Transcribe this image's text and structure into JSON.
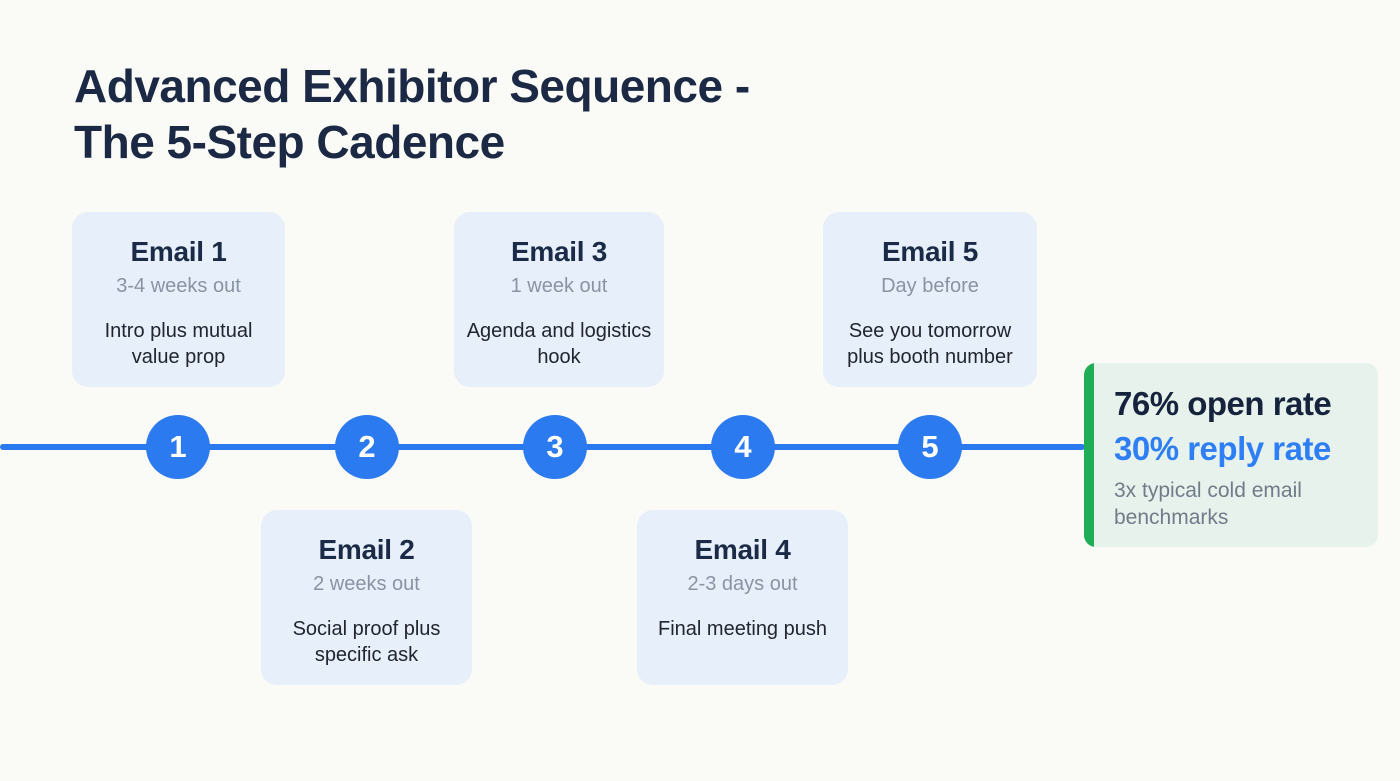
{
  "title": "Advanced Exhibitor Sequence -\nThe 5-Step Cadence",
  "steps": [
    {
      "number": "1",
      "title": "Email 1",
      "timing": "3-4 weeks out",
      "description": "Intro plus mutual value prop"
    },
    {
      "number": "2",
      "title": "Email 2",
      "timing": "2 weeks out",
      "description": "Social proof plus specific ask"
    },
    {
      "number": "3",
      "title": "Email 3",
      "timing": "1 week out",
      "description": "Agenda and logistics hook"
    },
    {
      "number": "4",
      "title": "Email 4",
      "timing": "2-3 days out",
      "description": "Final meeting push"
    },
    {
      "number": "5",
      "title": "Email 5",
      "timing": "Day before",
      "description": "See you tomorrow plus booth number"
    }
  ],
  "results": {
    "open_rate": "76% open rate",
    "reply_rate": "30% reply rate",
    "benchmark": "3x typical cold email benchmarks"
  },
  "colors": {
    "timeline_blue": "#2b7af0",
    "card_blue_bg": "#e7effa",
    "results_green_bg": "#e8f2ec",
    "results_accent_green": "#1fad55",
    "title_navy": "#1b2945",
    "reply_rate_blue": "#2e7ef5"
  }
}
